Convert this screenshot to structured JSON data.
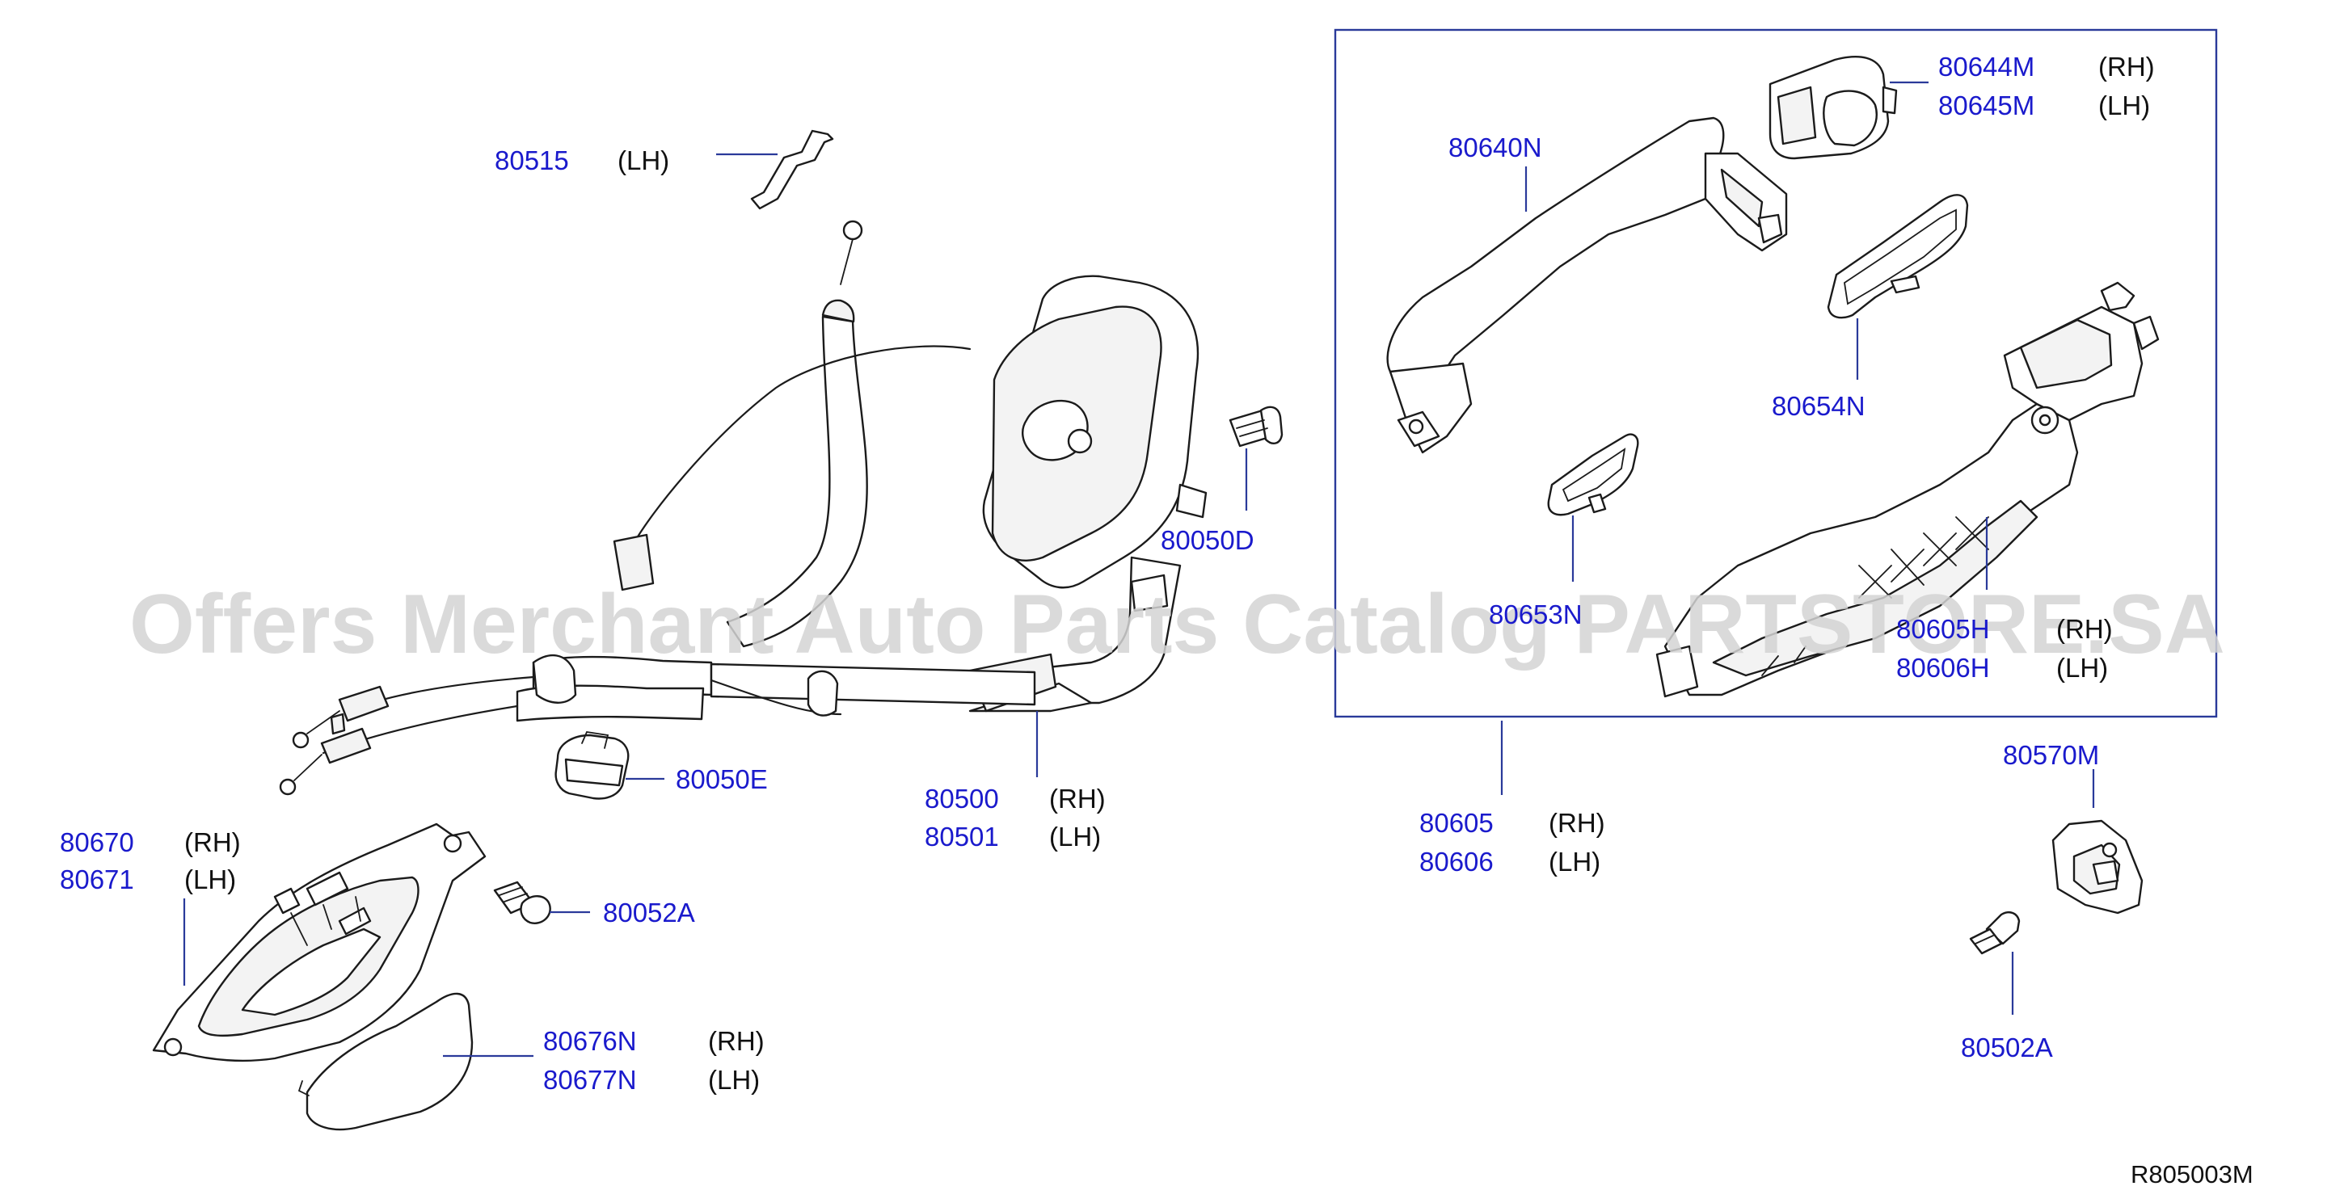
{
  "diagram": {
    "reference_code": "R805003M",
    "watermark": "Offers Merchant Auto Parts Catalog PARTSTORE.SA",
    "colors": {
      "part_number": "#1a1acc",
      "side_label": "#111111",
      "leader": "#2a3a9a",
      "watermark": "#d4d4d4"
    },
    "callouts": {
      "c80515": {
        "part": "80515",
        "side": "(LH)"
      },
      "c80050d": {
        "part": "80050D"
      },
      "c80050e": {
        "part": "80050E"
      },
      "c80500": {
        "part": "80500",
        "side": "(RH)"
      },
      "c80501": {
        "part": "80501",
        "side": "(LH)"
      },
      "c80670": {
        "part": "80670",
        "side": "(RH)"
      },
      "c80671": {
        "part": "80671",
        "side": "(LH)"
      },
      "c80052a": {
        "part": "80052A"
      },
      "c80676n": {
        "part": "80676N",
        "side": "(RH)"
      },
      "c80677n": {
        "part": "80677N",
        "side": "(LH)"
      },
      "c80640n": {
        "part": "80640N"
      },
      "c80644m": {
        "part": "80644M",
        "side": "(RH)"
      },
      "c80645m": {
        "part": "80645M",
        "side": "(LH)"
      },
      "c80654n": {
        "part": "80654N"
      },
      "c80653n": {
        "part": "80653N"
      },
      "c80605h": {
        "part": "80605H",
        "side": "(RH)"
      },
      "c80606h": {
        "part": "80606H",
        "side": "(LH)"
      },
      "c80605": {
        "part": "80605",
        "side": "(RH)"
      },
      "c80606": {
        "part": "80606",
        "side": "(LH)"
      },
      "c80570m": {
        "part": "80570M"
      },
      "c80502a": {
        "part": "80502A"
      }
    }
  }
}
